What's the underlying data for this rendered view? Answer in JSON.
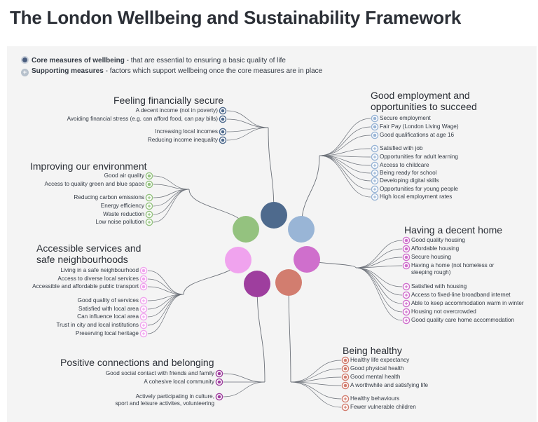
{
  "title": "The London Wellbeing and Sustainability Framework",
  "legend": {
    "core": {
      "bold": "Core measures of wellbeing",
      "text": " - that are essential to ensuring a basic quality of life",
      "color": "#4a5d7e"
    },
    "supporting": {
      "bold": "Supporting measures",
      "text": " - factors which support wellbeing once the core measures are in place",
      "color": "#b7c1cc"
    }
  },
  "domains": [
    {
      "key": "financial",
      "heading": [
        "Feeling financially secure"
      ],
      "color": "#4e6a8d",
      "items": [
        {
          "label": "A decent income (not in poverty)",
          "type": "core"
        },
        {
          "label": "Avoiding financial stress (e.g. can afford food, can pay bills)",
          "type": "core"
        },
        {
          "label": "Increasing local incomes",
          "type": "core"
        },
        {
          "label": "Reducing income inequality",
          "type": "core"
        }
      ]
    },
    {
      "key": "employment",
      "heading": [
        "Good employment and",
        "opportunities to succeed"
      ],
      "color": "#99b5d6",
      "items": [
        {
          "label": "Secure employment",
          "type": "core"
        },
        {
          "label": "Fair Pay (London Living Wage)",
          "type": "core"
        },
        {
          "label": "Good qualifications at age 16",
          "type": "core"
        },
        {
          "label": "Satisfied with job",
          "type": "supporting"
        },
        {
          "label": "Opportunities for adult learning",
          "type": "supporting"
        },
        {
          "label": "Access to childcare",
          "type": "supporting"
        },
        {
          "label": "Being ready for school",
          "type": "supporting"
        },
        {
          "label": "Developing digital skills",
          "type": "supporting"
        },
        {
          "label": "Opportunities for young people",
          "type": "supporting"
        },
        {
          "label": "High local employment rates",
          "type": "supporting"
        }
      ]
    },
    {
      "key": "environment",
      "heading": [
        "Improving our environment"
      ],
      "color": "#94c27f",
      "items": [
        {
          "label": "Good air quality",
          "type": "core"
        },
        {
          "label": "Access to quality green and blue space",
          "type": "core"
        },
        {
          "label": "Reducing carbon emissions",
          "type": "supporting"
        },
        {
          "label": "Energy efficiency",
          "type": "supporting"
        },
        {
          "label": "Waste reduction",
          "type": "supporting"
        },
        {
          "label": "Low noise pollution",
          "type": "supporting"
        }
      ]
    },
    {
      "key": "home",
      "heading": [
        "Having a decent home"
      ],
      "color": "#cf6fcc",
      "items": [
        {
          "label": "Good quality housing",
          "type": "core"
        },
        {
          "label": "Affordable housing",
          "type": "core"
        },
        {
          "label": "Secure housing",
          "type": "core"
        },
        {
          "label": "Having a home (not homeless or",
          "label2": "sleeping rough)",
          "type": "core"
        },
        {
          "label": "Satisfied with housing",
          "type": "supporting"
        },
        {
          "label": "Access to fixed-line broadband internet",
          "type": "supporting"
        },
        {
          "label": "Able to keep accommodation warm in winter",
          "type": "supporting"
        },
        {
          "label": "Housing not overcrowded",
          "type": "supporting"
        },
        {
          "label": "Good quality care home accommodation",
          "type": "supporting"
        }
      ]
    },
    {
      "key": "services",
      "heading": [
        "Accessible services and",
        "safe neighbourhoods"
      ],
      "color": "#f0a3ee",
      "items": [
        {
          "label": "Living in a safe neighbourhood",
          "type": "core"
        },
        {
          "label": "Access to diverse local services",
          "type": "core"
        },
        {
          "label": "Accessible and affordable public transport",
          "type": "core"
        },
        {
          "label": "Good quality of services",
          "type": "supporting"
        },
        {
          "label": "Satisfied with local area",
          "type": "supporting"
        },
        {
          "label": "Can influence local area",
          "type": "supporting"
        },
        {
          "label": "Trust in city and local institutions",
          "type": "supporting"
        },
        {
          "label": "Preserving local heritage",
          "type": "supporting"
        }
      ]
    },
    {
      "key": "connections",
      "heading": [
        "Positive connections and belonging"
      ],
      "color": "#9e3e9e",
      "items": [
        {
          "label": "Good social contact with friends and family",
          "type": "core"
        },
        {
          "label": "A cohesive local community",
          "type": "core"
        },
        {
          "label": "Actively participating in culture,",
          "label2": "sport and leisure activites, volunteering",
          "type": "core"
        }
      ]
    },
    {
      "key": "healthy",
      "heading": [
        "Being healthy"
      ],
      "color": "#d27d6f",
      "items": [
        {
          "label": "Healthy life expectancy",
          "type": "core"
        },
        {
          "label": "Good physical health",
          "type": "core"
        },
        {
          "label": "Good mental health",
          "type": "core"
        },
        {
          "label": "A worthwhile and satisfying life",
          "type": "core"
        },
        {
          "label": "Healthy behaviours",
          "type": "supporting"
        },
        {
          "label": "Fewer vulnerable children",
          "type": "supporting"
        }
      ]
    }
  ]
}
